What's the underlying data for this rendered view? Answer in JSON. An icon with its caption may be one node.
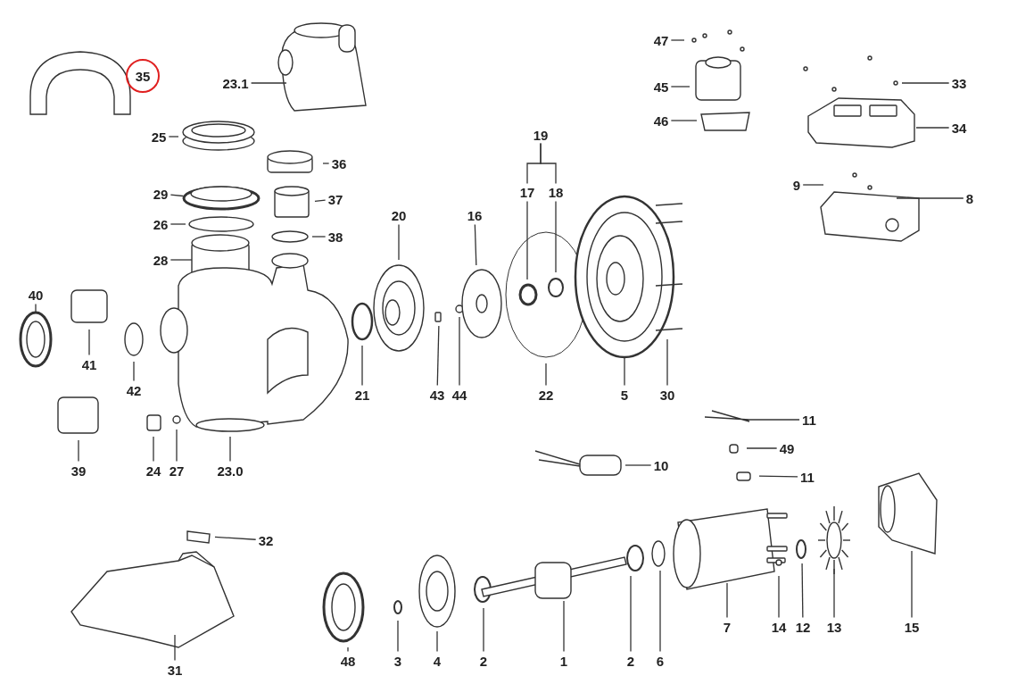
{
  "diagram": {
    "nodes": [
      {
        "text": [
          "35"
        ]
      },
      {
        "text": [
          "23.1"
        ]
      },
      {
        "text": [
          "25"
        ]
      },
      {
        "text": [
          "36"
        ]
      },
      {
        "text": [
          "29"
        ]
      },
      {
        "text": [
          "37"
        ]
      },
      {
        "text": [
          "26"
        ]
      },
      {
        "text": [
          "38"
        ]
      },
      {
        "text": [
          "28"
        ]
      },
      {
        "text": [
          "40"
        ]
      },
      {
        "text": [
          "41"
        ]
      },
      {
        "text": [
          "42"
        ]
      },
      {
        "text": [
          "39"
        ]
      },
      {
        "text": [
          "24"
        ]
      },
      {
        "text": [
          "27"
        ]
      },
      {
        "text": [
          "23.0"
        ]
      },
      {
        "text": [
          "20"
        ]
      },
      {
        "text": [
          "16"
        ]
      },
      {
        "text": [
          "19"
        ]
      },
      {
        "text": [
          "17"
        ]
      },
      {
        "text": [
          "18"
        ]
      },
      {
        "text": [
          "43"
        ]
      },
      {
        "text": [
          "44"
        ]
      },
      {
        "text": [
          "22"
        ]
      },
      {
        "text": [
          "21"
        ]
      },
      {
        "text": [
          "5"
        ]
      },
      {
        "text": [
          "30"
        ]
      },
      {
        "text": [
          "47"
        ]
      },
      {
        "text": [
          "45"
        ]
      },
      {
        "text": [
          "46"
        ]
      },
      {
        "text": [
          "33"
        ]
      },
      {
        "text": [
          "34"
        ]
      },
      {
        "text": [
          "9"
        ]
      },
      {
        "text": [
          "8"
        ]
      },
      {
        "text": [
          "11"
        ]
      },
      {
        "text": [
          "49"
        ]
      },
      {
        "text": [
          "11"
        ]
      },
      {
        "text": [
          "10"
        ]
      },
      {
        "text": [
          "32"
        ]
      },
      {
        "text": [
          "31"
        ]
      },
      {
        "text": [
          "48"
        ]
      },
      {
        "text": [
          "3"
        ]
      },
      {
        "text": [
          "4"
        ]
      },
      {
        "text": [
          "2"
        ]
      },
      {
        "text": [
          "1"
        ]
      },
      {
        "text": [
          "2"
        ]
      },
      {
        "text": [
          "6"
        ]
      },
      {
        "text": [
          "7"
        ]
      },
      {
        "text": [
          "14"
        ]
      },
      {
        "text": [
          "12"
        ]
      },
      {
        "text": [
          "13"
        ]
      },
      {
        "text": [
          "15"
        ]
      }
    ],
    "edges": [
      {
        "from": 1,
        "to": null,
        "arrow": "none"
      },
      {
        "from": 2,
        "to": null,
        "arrow": "none"
      },
      {
        "from": 3,
        "to": null,
        "arrow": "none"
      },
      {
        "from": 4,
        "to": null,
        "arrow": "none"
      },
      {
        "from": 5,
        "to": null,
        "arrow": "none"
      },
      {
        "from": 6,
        "to": null,
        "arrow": "none"
      },
      {
        "from": 7,
        "to": null,
        "arrow": "none"
      },
      {
        "from": 8,
        "to": null,
        "arrow": "none"
      },
      {
        "from": 9,
        "to": null,
        "arrow": "none"
      },
      {
        "from": 10,
        "to": null,
        "arrow": "none"
      },
      {
        "from": 11,
        "to": null,
        "arrow": "none"
      },
      {
        "from": 12,
        "to": null,
        "arrow": "none"
      },
      {
        "from": 13,
        "to": null,
        "arrow": "none"
      },
      {
        "from": 14,
        "to": null,
        "arrow": "none"
      },
      {
        "from": 15,
        "to": null,
        "arrow": "none"
      },
      {
        "from": 16,
        "to": null,
        "arrow": "none"
      },
      {
        "from": 17,
        "to": null,
        "arrow": "none"
      },
      {
        "from": 18,
        "to": 19,
        "arrow": "none"
      },
      {
        "from": 18,
        "to": 20,
        "arrow": "none"
      },
      {
        "from": 19,
        "to": null,
        "arrow": "none"
      },
      {
        "from": 20,
        "to": null,
        "arrow": "none"
      },
      {
        "from": 21,
        "to": null,
        "arrow": "none"
      },
      {
        "from": 22,
        "to": null,
        "arrow": "none"
      },
      {
        "from": 23,
        "to": null,
        "arrow": "none"
      },
      {
        "from": 24,
        "to": null,
        "arrow": "none"
      },
      {
        "from": 25,
        "to": null,
        "arrow": "none"
      },
      {
        "from": 26,
        "to": null,
        "arrow": "none"
      },
      {
        "from": 27,
        "to": null,
        "arrow": "none"
      },
      {
        "from": 28,
        "to": null,
        "arrow": "none"
      },
      {
        "from": 29,
        "to": null,
        "arrow": "none"
      },
      {
        "from": 30,
        "to": null,
        "arrow": "none"
      },
      {
        "from": 31,
        "to": null,
        "arrow": "none"
      },
      {
        "from": 32,
        "to": null,
        "arrow": "none"
      },
      {
        "from": 33,
        "to": null,
        "arrow": "none"
      },
      {
        "from": 34,
        "to": null,
        "arrow": "none"
      },
      {
        "from": 35,
        "to": null,
        "arrow": "none"
      },
      {
        "from": 36,
        "to": null,
        "arrow": "none"
      },
      {
        "from": 37,
        "to": null,
        "arrow": "none"
      },
      {
        "from": 38,
        "to": null,
        "arrow": "none"
      },
      {
        "from": 39,
        "to": null,
        "arrow": "none"
      },
      {
        "from": 40,
        "to": null,
        "arrow": "none"
      },
      {
        "from": 41,
        "to": null,
        "arrow": "none"
      },
      {
        "from": 42,
        "to": null,
        "arrow": "none"
      },
      {
        "from": 43,
        "to": null,
        "arrow": "none"
      },
      {
        "from": 44,
        "to": null,
        "arrow": "none"
      },
      {
        "from": 45,
        "to": null,
        "arrow": "none"
      },
      {
        "from": 46,
        "to": null,
        "arrow": "none"
      },
      {
        "from": 47,
        "to": null,
        "arrow": "none"
      },
      {
        "from": 48,
        "to": null,
        "arrow": "none"
      },
      {
        "from": 49,
        "to": null,
        "arrow": "none"
      },
      {
        "from": 50,
        "to": null,
        "arrow": "none"
      },
      {
        "from": 51,
        "to": null,
        "arrow": "none"
      }
    ]
  }
}
